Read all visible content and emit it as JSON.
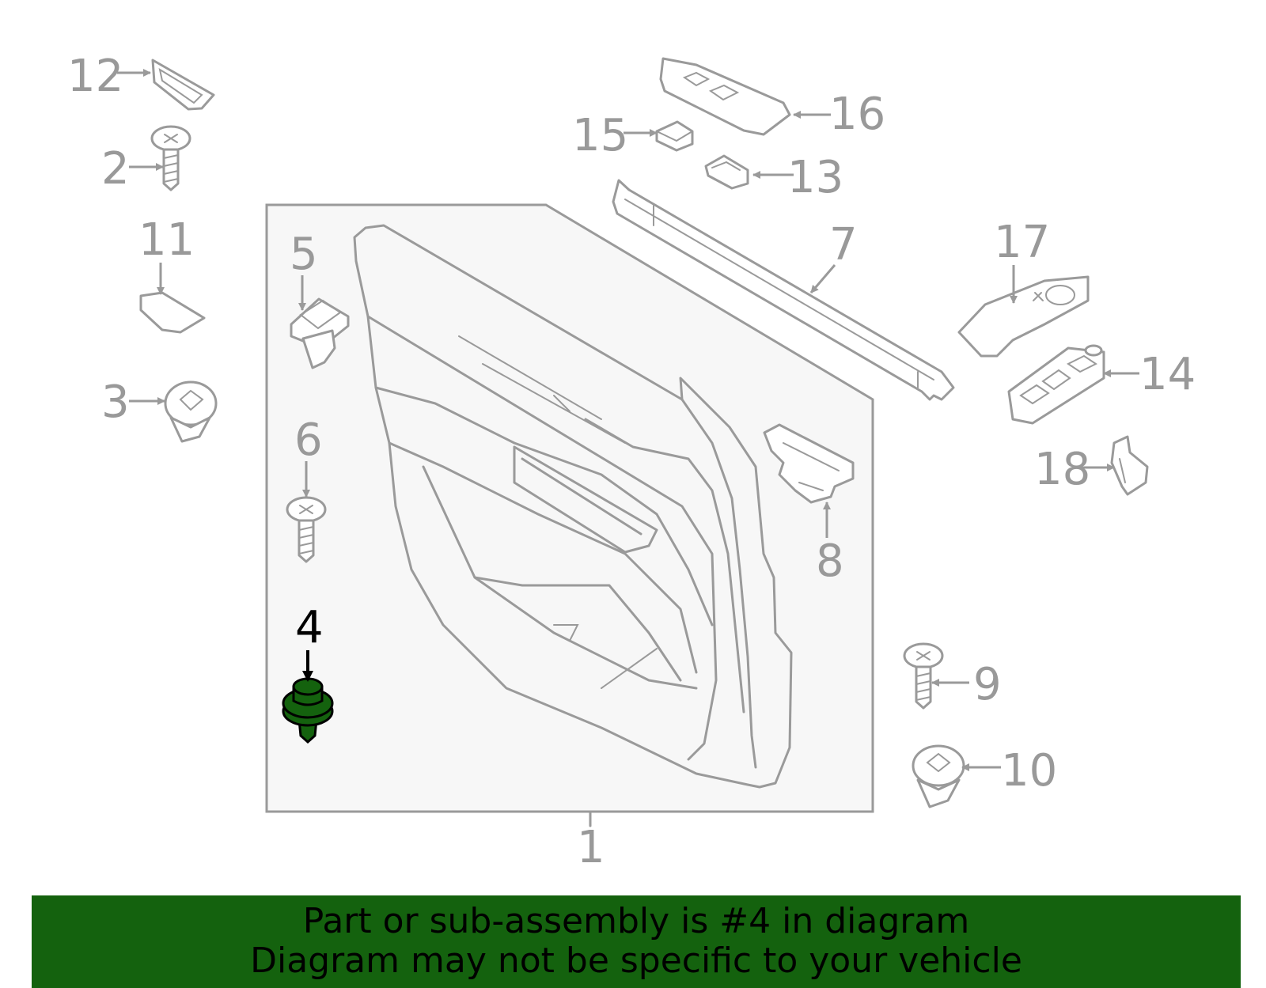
{
  "highlight_color": "#14620e",
  "highlighted_part": "4",
  "callouts": [
    "12",
    "2",
    "11",
    "3",
    "5",
    "6",
    "4",
    "1",
    "15",
    "16",
    "13",
    "7",
    "17",
    "14",
    "18",
    "8",
    "9",
    "10"
  ],
  "banner": {
    "line1": "Part or sub-assembly is #4 in diagram",
    "line2": "Diagram may not be specific to your vehicle"
  }
}
